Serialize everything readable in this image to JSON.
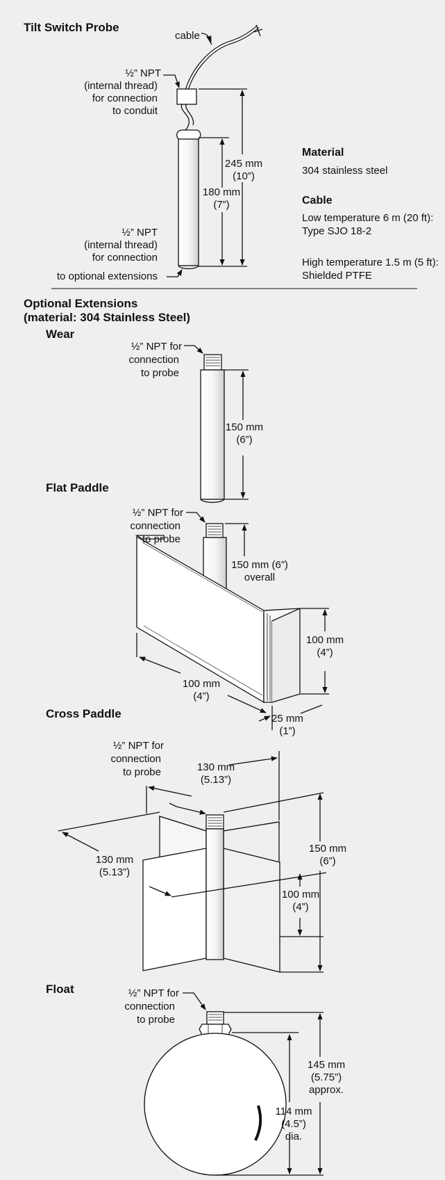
{
  "colors": {
    "background": "#efefef",
    "ink": "#111111",
    "metal_light": "#ffffff",
    "metal_shade": "#d9d9d9"
  },
  "probe": {
    "title": "Tilt Switch Probe",
    "cable_label": "cable",
    "top_conn": [
      "½” NPT",
      "(internal thread)",
      "for connection",
      "to conduit"
    ],
    "bottom_conn": [
      "½” NPT",
      "(internal thread)",
      "for connection",
      "to optional extensions"
    ],
    "dim_245": [
      "245 mm",
      "(10”)"
    ],
    "dim_180": [
      "180 mm",
      "(7”)"
    ]
  },
  "specs": {
    "material_title": "Material",
    "material_value": "304 stainless steel",
    "cable_title": "Cable",
    "low_temp_1": "Low temperature 6 m (20 ft):",
    "low_temp_2": "Type SJO 18-2",
    "high_temp_1": "High temperature 1.5 m (5 ft):",
    "high_temp_2": "Shielded PTFE"
  },
  "extensions": {
    "title_1": "Optional Extensions",
    "title_2": "(material: 304 Stainless Steel)",
    "wear": {
      "title": "Wear",
      "conn": [
        "½” NPT for",
        "connection",
        "to probe"
      ],
      "dim": [
        "150 mm",
        "(6”)"
      ]
    },
    "flat": {
      "title": "Flat Paddle",
      "conn": [
        "½” NPT for",
        "connection",
        "to probe"
      ],
      "dim_overall": [
        "150 mm (6”)",
        "overall"
      ],
      "dim_height": [
        "100 mm",
        "(4”)"
      ],
      "dim_width": [
        "100 mm",
        "(4”)"
      ],
      "dim_depth": [
        "25 mm",
        "(1”)"
      ]
    },
    "cross": {
      "title": "Cross Paddle",
      "conn": [
        "½” NPT for",
        "connection",
        "to probe"
      ],
      "dim_top": [
        "130 mm",
        "(5.13”)"
      ],
      "dim_left": [
        "130 mm",
        "(5.13”)"
      ],
      "dim_150": [
        "150 mm",
        "(6”)"
      ],
      "dim_100": [
        "100 mm",
        "(4”)"
      ]
    },
    "float": {
      "title": "Float",
      "conn": [
        "½” NPT for",
        "connection",
        "to probe"
      ],
      "dim_145": [
        "145 mm",
        "(5.75”)",
        "approx."
      ],
      "dim_114": [
        "114 mm",
        "(4.5”)",
        "dia."
      ]
    }
  }
}
